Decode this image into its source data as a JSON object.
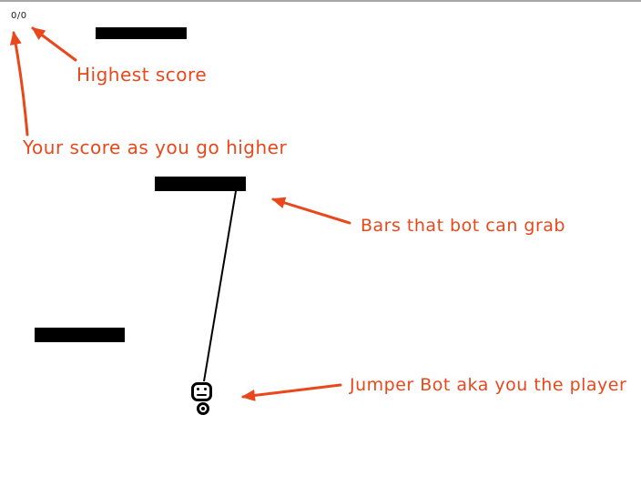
{
  "theme": {
    "ink_color": "#e9481c",
    "bar_color": "#000000",
    "background": "#ffffff",
    "top_border_color": "#a8a8a8"
  },
  "hud": {
    "score": "0/0"
  },
  "annotations": {
    "highest_score_label": "Highest score",
    "your_score_label": "Your score as you go higher",
    "bars_label": "Bars that bot can grab",
    "player_label": "Jumper Bot aka you the player"
  }
}
